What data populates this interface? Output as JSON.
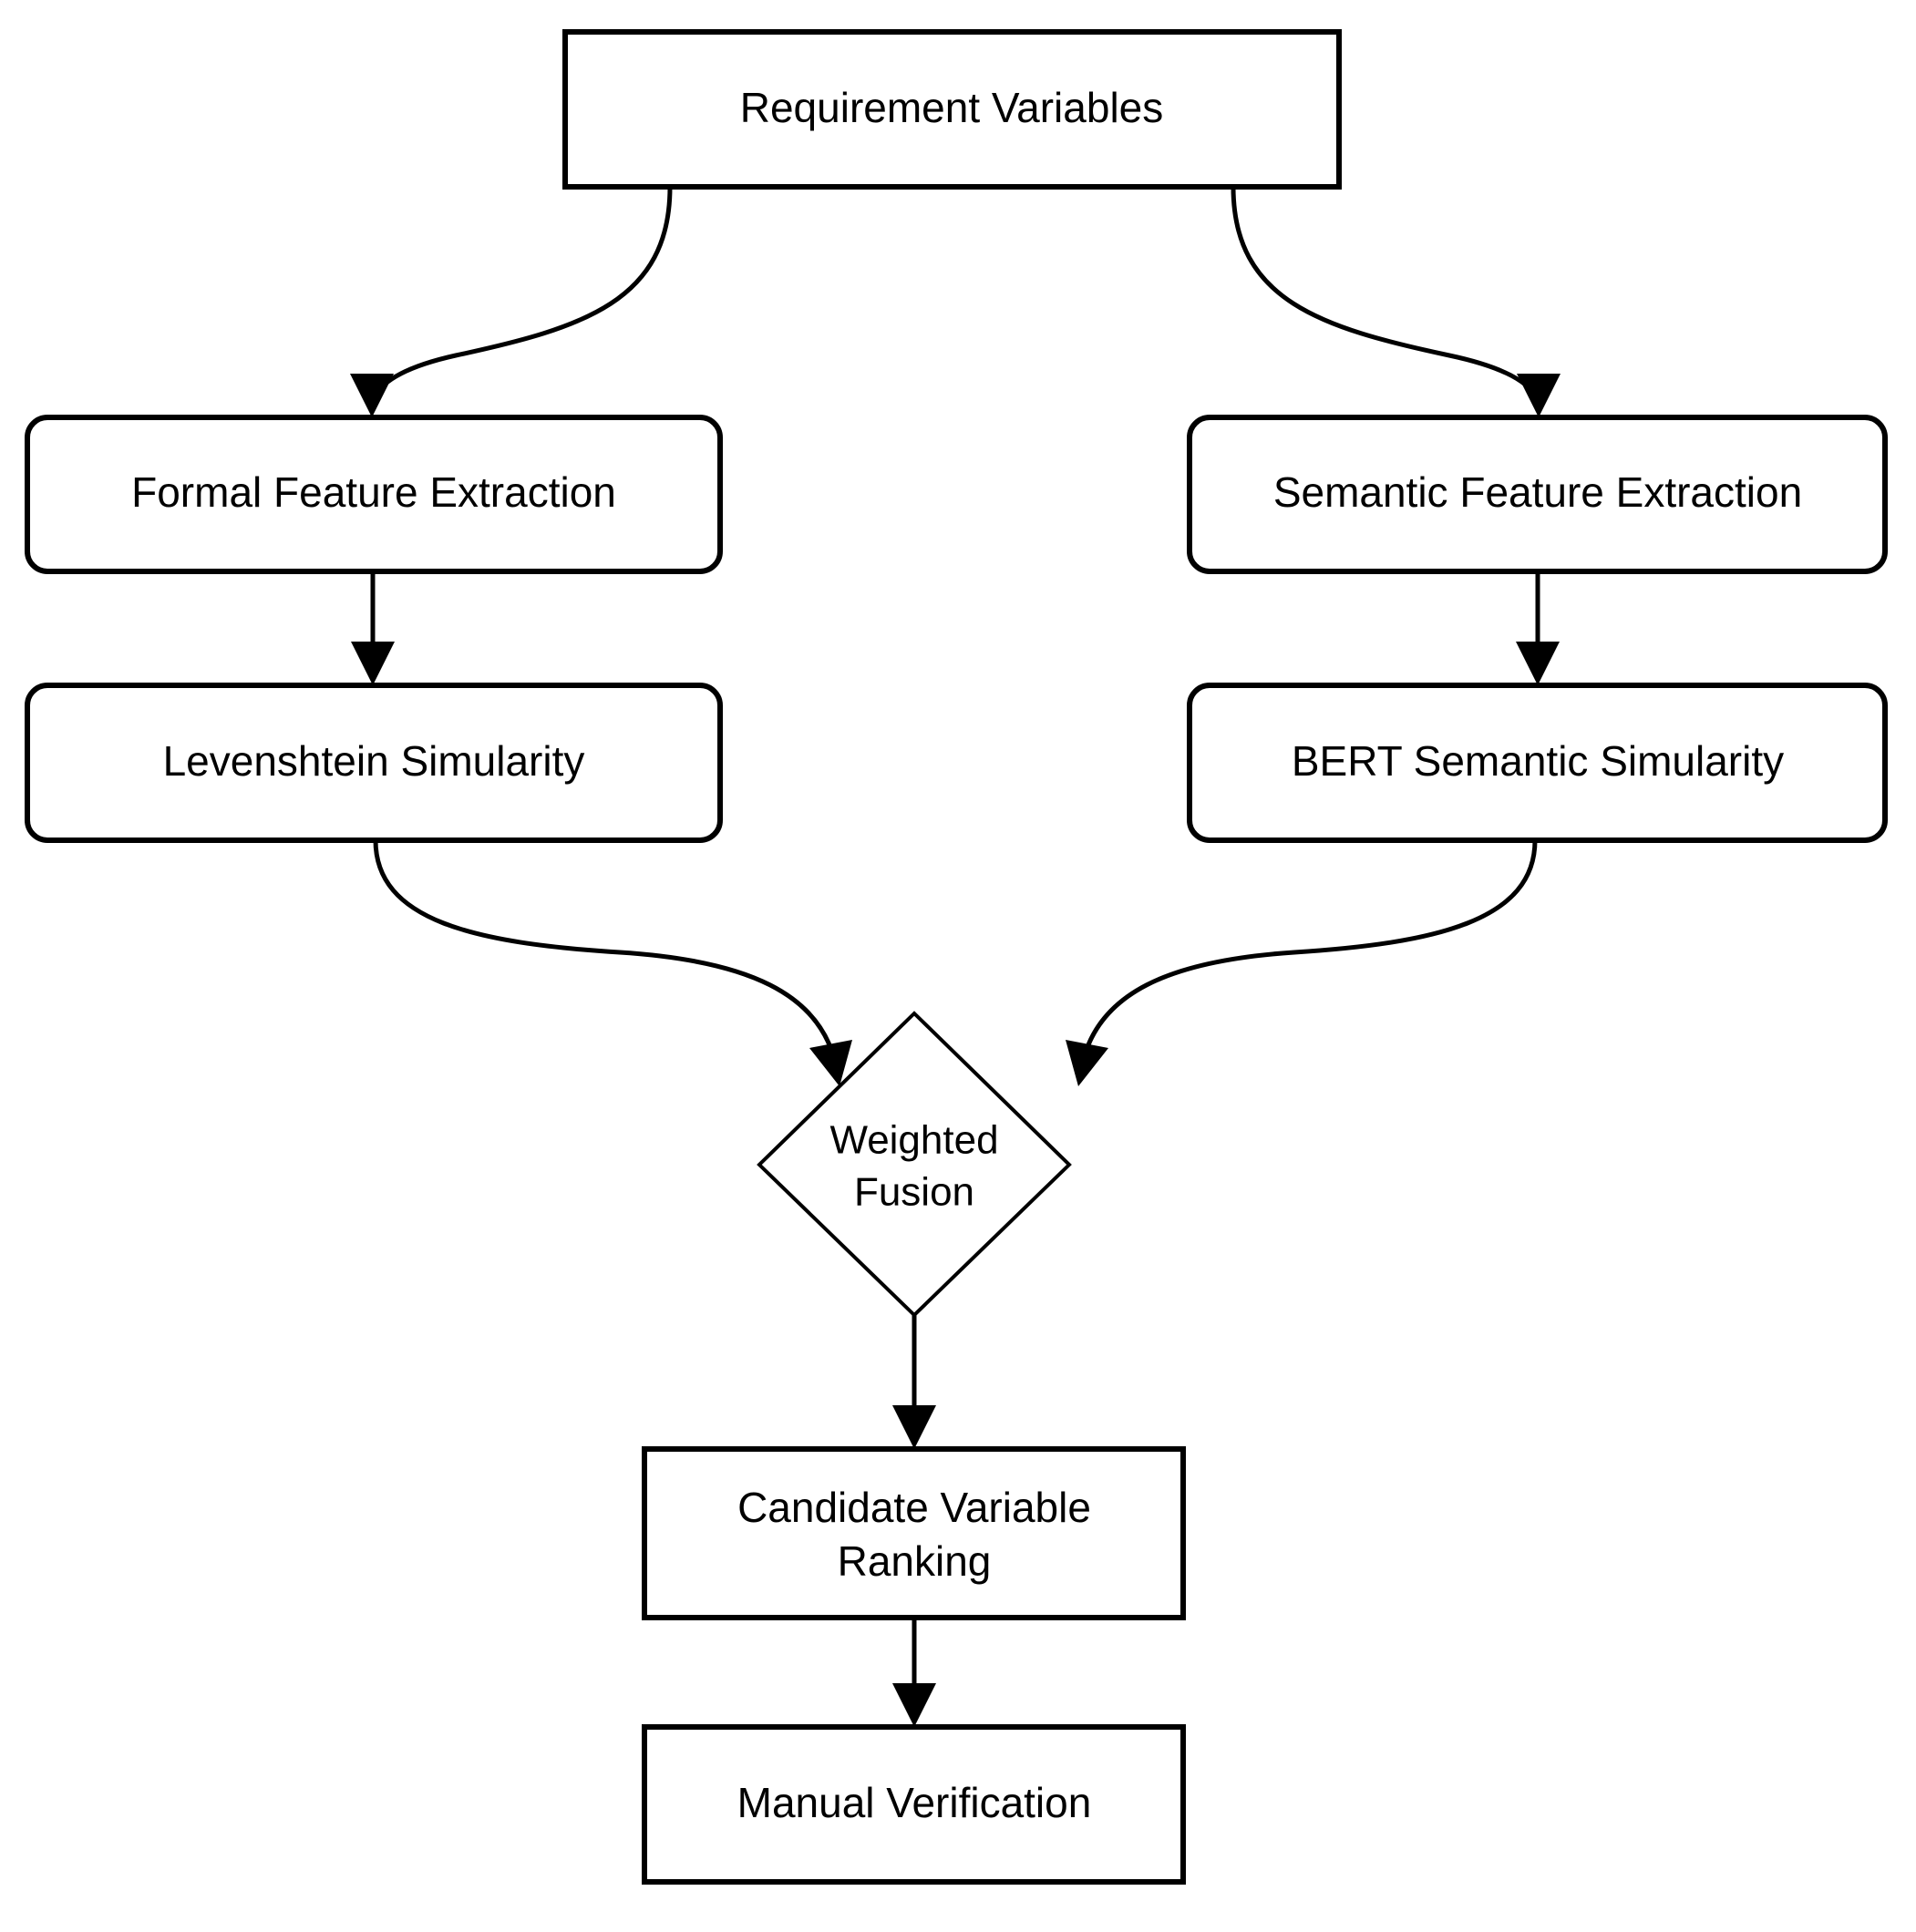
{
  "diagram": {
    "type": "flowchart",
    "orientation": "top-to-bottom",
    "background_color": "#ffffff",
    "stroke_color": "#000000",
    "fill_color": "#ffffff",
    "nodes": [
      {
        "id": "requirement-variables",
        "label": "Requirement Variables",
        "shape": "rectangle",
        "lines": [
          "Requirement Variables"
        ]
      },
      {
        "id": "formal-feature-extraction",
        "label": "Formal Feature Extraction",
        "shape": "rounded-rectangle",
        "lines": [
          "Formal Feature Extraction"
        ]
      },
      {
        "id": "semantic-feature-extraction",
        "label": "Semantic Feature Extraction",
        "shape": "rounded-rectangle",
        "lines": [
          "Semantic Feature Extraction"
        ]
      },
      {
        "id": "levenshtein-simularity",
        "label": "Levenshtein Simularity",
        "shape": "rounded-rectangle",
        "lines": [
          "Levenshtein Simularity"
        ]
      },
      {
        "id": "bert-semantic-simularity",
        "label": "BERT Semantic Simularity",
        "shape": "rounded-rectangle",
        "lines": [
          "BERT Semantic Simularity"
        ]
      },
      {
        "id": "weighted-fusion",
        "label": "Weighted Fusion",
        "shape": "diamond",
        "lines": [
          "Weighted",
          "Fusion"
        ]
      },
      {
        "id": "candidate-variable-ranking",
        "label": "Candidate Variable Ranking",
        "shape": "rectangle",
        "lines": [
          "Candidate Variable",
          "Ranking"
        ]
      },
      {
        "id": "manual-verification",
        "label": "Manual Verification",
        "shape": "rectangle",
        "lines": [
          "Manual Verification"
        ]
      }
    ],
    "edges": [
      {
        "from": "requirement-variables",
        "to": "formal-feature-extraction",
        "style": "curved-arrow"
      },
      {
        "from": "requirement-variables",
        "to": "semantic-feature-extraction",
        "style": "curved-arrow"
      },
      {
        "from": "formal-feature-extraction",
        "to": "levenshtein-simularity",
        "style": "straight-arrow"
      },
      {
        "from": "semantic-feature-extraction",
        "to": "bert-semantic-simularity",
        "style": "straight-arrow"
      },
      {
        "from": "levenshtein-simularity",
        "to": "weighted-fusion",
        "style": "curved-arrow"
      },
      {
        "from": "bert-semantic-simularity",
        "to": "weighted-fusion",
        "style": "curved-arrow"
      },
      {
        "from": "weighted-fusion",
        "to": "candidate-variable-ranking",
        "style": "straight-arrow"
      },
      {
        "from": "candidate-variable-ranking",
        "to": "manual-verification",
        "style": "straight-arrow"
      }
    ]
  }
}
